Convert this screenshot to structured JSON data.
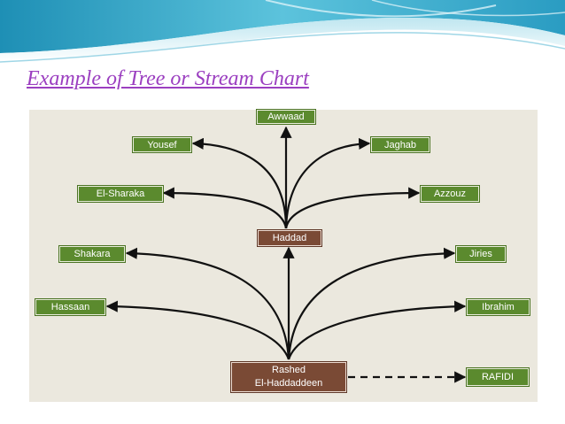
{
  "slide": {
    "title": "Example of Tree or Stream Chart"
  },
  "nodes": {
    "awwaad": "Awwaad",
    "yousef": "Yousef",
    "jaghab": "Jaghab",
    "el_sharaka": "El-Sharaka",
    "azzouz": "Azzouz",
    "haddad": "Haddad",
    "shakara": "Shakara",
    "jiries": "Jiries",
    "hassaan": "Hassaan",
    "ibrahim": "Ibrahim",
    "root_line1": "Rashed",
    "root_line2": "El-Haddaddeen",
    "rafidi": "RAFIDI"
  },
  "colors": {
    "green_node": "#5b8a2e",
    "brown_node": "#7a4a35",
    "title": "#9b3fc0",
    "diagram_bg": "#ebe8de",
    "wave": "#3aa8c8"
  }
}
